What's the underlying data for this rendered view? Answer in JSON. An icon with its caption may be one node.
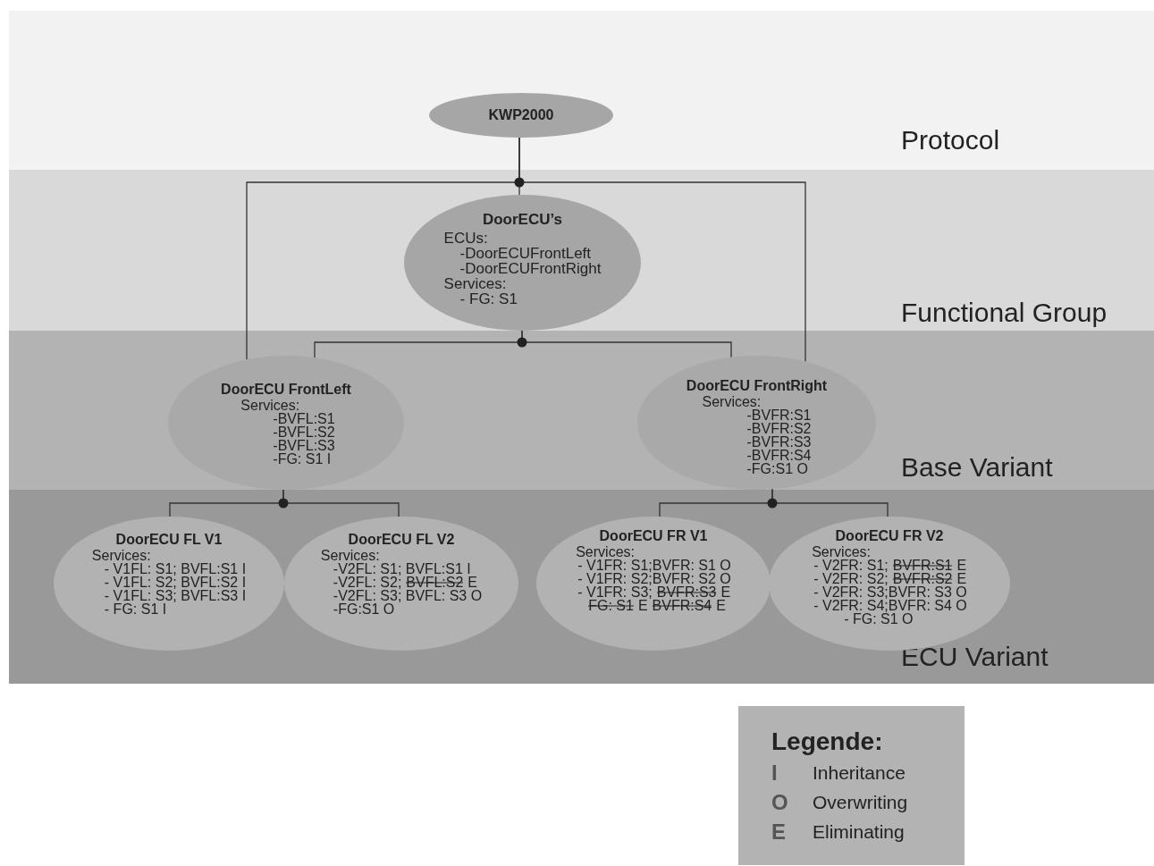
{
  "diagram": {
    "nodes": [
      {
        "text": [
          "Protocol"
        ]
      },
      {
        "text": [
          "KWP2000"
        ],
        "in": 0
      },
      {
        "text": [
          "Functional Group"
        ]
      },
      {
        "text": [
          "DoorECU’s",
          "ECUs:",
          "-DoorECUFrontLeft",
          "-DoorECUFrontRight",
          "Services:",
          "- FG: S1"
        ],
        "in": 2
      },
      {
        "text": [
          "Base Variant"
        ]
      },
      {
        "text": [
          "DoorECU FrontLeft",
          "Services:",
          "-BVFL:S1",
          "-BVFL:S2",
          "-BVFL:S3",
          "-FG: S1 I"
        ],
        "in": 4
      },
      {
        "text": [
          "DoorECU FrontRight",
          "Services:",
          "-BVFR:S1",
          "-BVFR:S2",
          "-BVFR:S3",
          "-BVFR:S4",
          "-FG:S1 O"
        ],
        "in": 4
      },
      {
        "text": [
          "ECU Variant"
        ]
      },
      {
        "text": [
          "DoorECU FL V1",
          "Services:",
          "- V1FL: S1; BVFL:S1 I",
          "- V1FL: S2; BVFL:S2 I",
          "- V1FL: S3; BVFL:S3 I",
          "- FG: S1 I"
        ],
        "in": 7
      },
      {
        "text": [
          "DoorECU FL V2",
          "Services:",
          "-V2FL: S1; BVFL:S1 I",
          "-V2FL: S2;",
          "BVFL:S2",
          "E",
          "-V2FL: S3; BVFL: S3 O",
          "-FG:S1 O"
        ],
        "in": 7
      },
      {
        "text": [
          "DoorECU FR V1",
          "Services:",
          "- V1FR: S1;BVFR: S1 O",
          "- V1FR: S2;BVFR: S2 O",
          "- V1FR: S3;",
          "BVFR:S3",
          "E",
          "FG: S1",
          "E",
          "BVFR:S4",
          "E"
        ],
        "in": 7
      },
      {
        "text": [
          "DoorECU FR V2",
          "Services:",
          "- V2FR: S1;",
          "BVFR:S1",
          "E",
          "- V2FR: S2;",
          "BVFR:S2",
          "E",
          "- V2FR: S3;BVFR: S3 O",
          "- V2FR: S4;BVFR: S4 O",
          "- FG: S1 O"
        ],
        "in": 7
      }
    ],
    "edges": [
      {
        "from": 1,
        "to": 3,
        "arrow": "none"
      },
      {
        "from": 1,
        "to": 5,
        "arrow": "none"
      },
      {
        "from": 1,
        "to": 6,
        "arrow": "none"
      },
      {
        "from": 3,
        "to": 5,
        "arrow": "none"
      },
      {
        "from": 3,
        "to": 6,
        "arrow": "none"
      },
      {
        "from": 5,
        "to": 8,
        "arrow": "none"
      },
      {
        "from": 5,
        "to": 9,
        "arrow": "none"
      },
      {
        "from": 6,
        "to": 10,
        "arrow": "none"
      },
      {
        "from": 6,
        "to": 11,
        "arrow": "none"
      }
    ],
    "labels": [
      "Legende:",
      "I",
      "O",
      "E"
    ],
    "legend": [
      {
        "text": "Inheritance"
      },
      {
        "text": "Overwriting"
      },
      {
        "text": "Eliminating"
      }
    ]
  }
}
